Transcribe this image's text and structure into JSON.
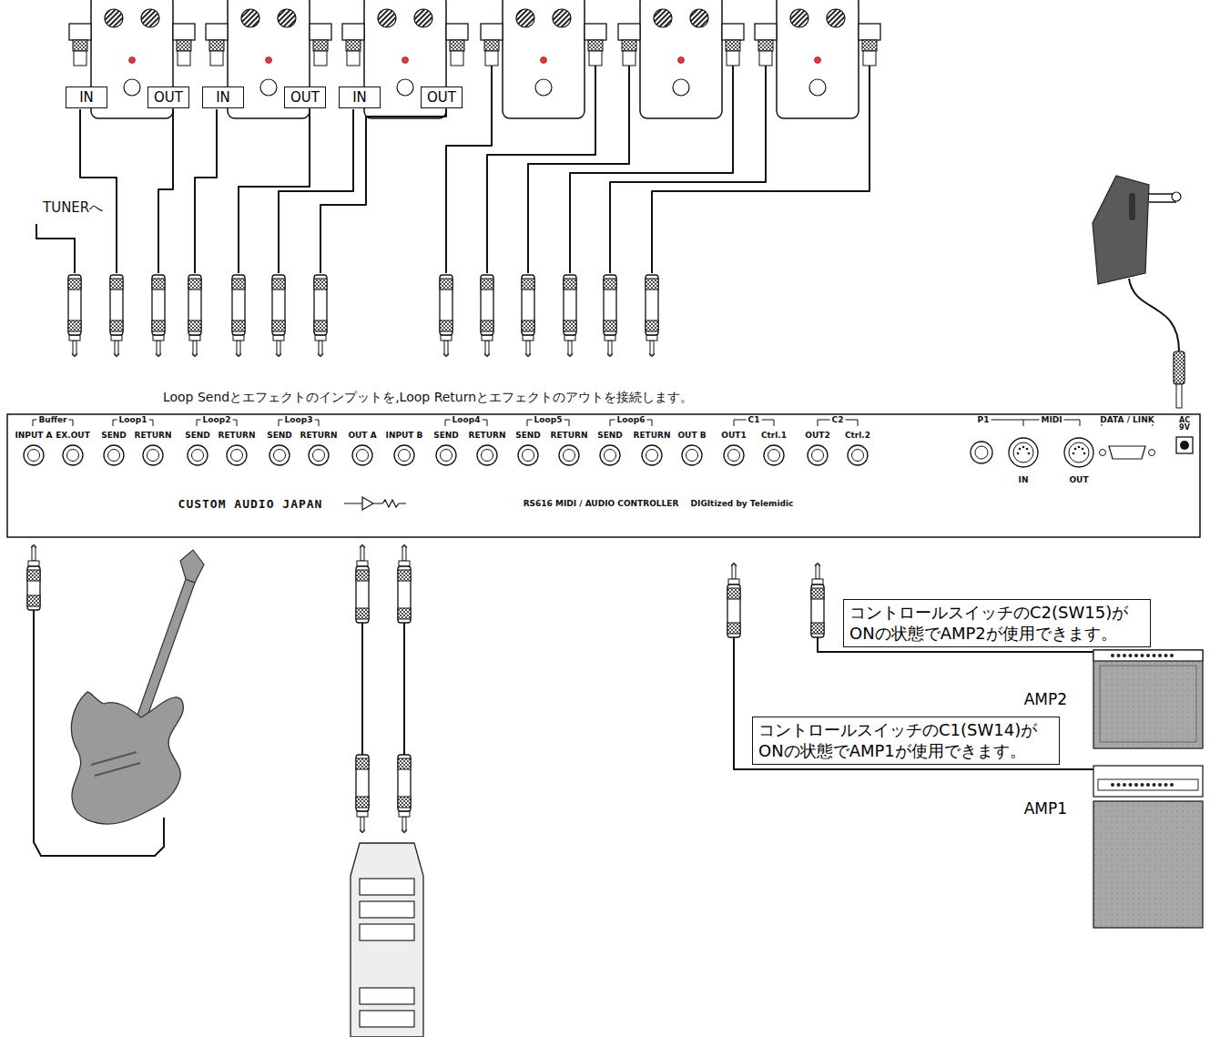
{
  "diagram": {
    "nodes": [
      {
        "text": [
          "IN"
        ]
      },
      {
        "text": [
          "OUT"
        ]
      },
      {
        "text": [
          "IN"
        ]
      },
      {
        "text": [
          "OUT"
        ]
      },
      {
        "text": [
          "IN"
        ]
      },
      {
        "text": [
          "OUT"
        ]
      },
      {
        "text": [
          "コントロールスイッチのC2(SW15)がONの状態でAMP2が使用できます。"
        ]
      },
      {
        "text": [
          "AMP2"
        ]
      },
      {
        "text": [
          "コントロールスイッチのC1(SW14)がONの状態でAMP1が使用できます。"
        ]
      },
      {
        "text": [
          "AMP1"
        ]
      }
    ],
    "labels": [
      "TUNERへ",
      "Loop Sendとエフェクトのインプットを,Loop Returnとエフェクトのアウトを接続します。",
      "Buffer",
      "INPUT A",
      "EX.OUT",
      "Loop1",
      "SEND",
      "RETURN",
      "Loop2",
      "SEND",
      "RETURN",
      "Loop3",
      "SEND",
      "RETURN",
      "OUT A",
      "INPUT B",
      "Loop4",
      "SEND",
      "RETURN",
      "Loop5",
      "SEND",
      "RETURN",
      "Loop6",
      "SEND",
      "RETURN",
      "OUT B",
      "C1",
      "OUT1",
      "Ctrl.1",
      "C2",
      "OUT2",
      "Ctrl.2",
      "P1",
      "MIDI",
      "DATA / LINK",
      "AC 9V",
      "IN",
      "OUT",
      "CUSTOM AUDIO JAPAN",
      "RS616 MIDI / AUDIO CONTROLLER",
      "DIGItized by Telemidic"
    ]
  }
}
